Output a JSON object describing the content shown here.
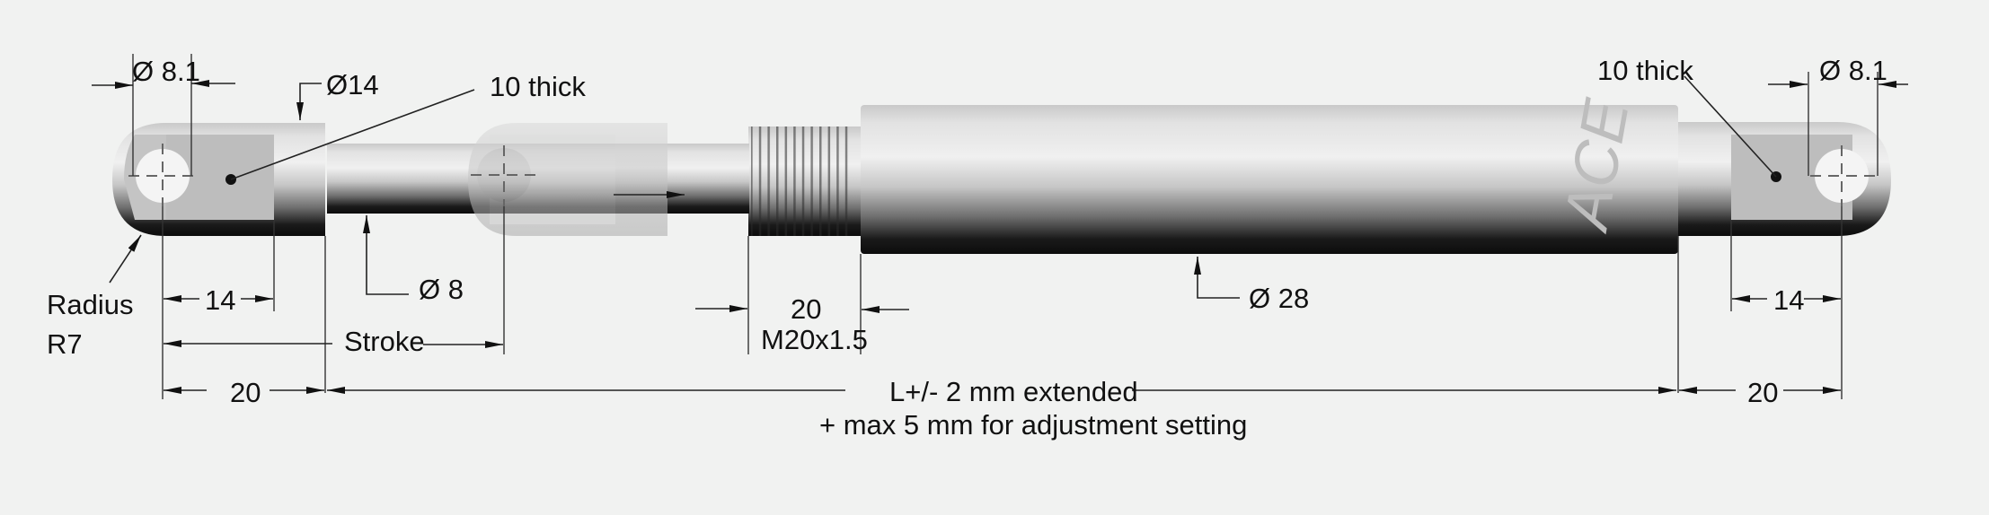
{
  "title": "Gas spring dimensional drawing",
  "brand_mark": "ACE",
  "colors": {
    "background": "#f1f2f1",
    "metal_light": "#eeeeee",
    "metal_mid": "#bdbdbd",
    "metal_dark": "#0c0c0c",
    "line": "#222222"
  },
  "labels": {
    "left_hole_dia": "Ø 8.1",
    "left_eye_dia": "Ø14",
    "left_thick": "10 thick",
    "radius_line1": "Radius",
    "radius_line2": "R7",
    "left_14": "14",
    "rod_dia": "Ø 8",
    "stroke": "Stroke",
    "left_20": "20",
    "thread_len": "20",
    "thread_spec": "M20x1.5",
    "body_dia": "Ø 28",
    "length_line1": "L+/- 2 mm extended",
    "length_line2": "+ max 5 mm for adjustment setting",
    "right_thick": "10 thick",
    "right_hole_dia": "Ø 8.1",
    "right_14": "14",
    "right_20": "20"
  }
}
